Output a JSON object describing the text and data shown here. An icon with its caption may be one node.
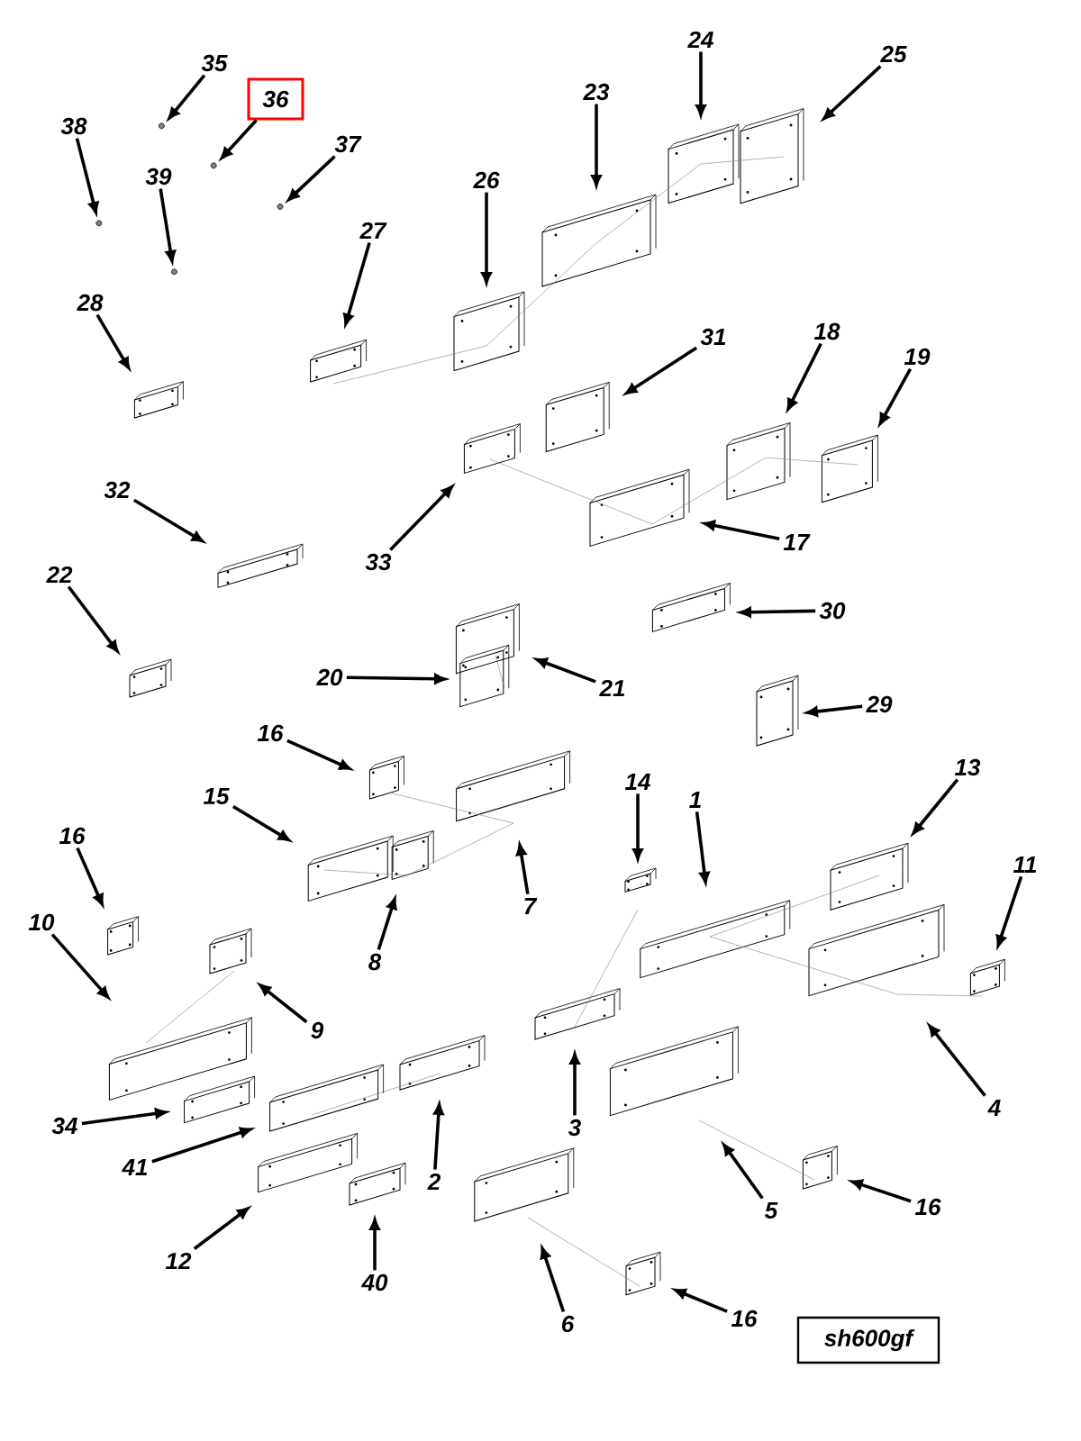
{
  "diagram": {
    "nodes": [
      {
        "text": [
          "24"
        ]
      },
      {
        "text": [
          "25"
        ]
      },
      {
        "text": [
          "35"
        ]
      },
      {
        "text": [
          "23"
        ]
      },
      {
        "text": [
          "36"
        ]
      },
      {
        "text": [
          "38"
        ]
      },
      {
        "text": [
          "37"
        ]
      },
      {
        "text": [
          "39"
        ]
      },
      {
        "text": [
          "26"
        ]
      },
      {
        "text": [
          "27"
        ]
      },
      {
        "text": [
          "28"
        ]
      },
      {
        "text": [
          "18"
        ]
      },
      {
        "text": [
          "31"
        ]
      },
      {
        "text": [
          "19"
        ]
      },
      {
        "text": [
          "32"
        ]
      },
      {
        "text": [
          "17"
        ]
      },
      {
        "text": [
          "33"
        ]
      },
      {
        "text": [
          "22"
        ]
      },
      {
        "text": [
          "30"
        ]
      },
      {
        "text": [
          "20"
        ]
      },
      {
        "text": [
          "21"
        ]
      },
      {
        "text": [
          "29"
        ]
      },
      {
        "text": [
          "16"
        ]
      },
      {
        "text": [
          "13"
        ]
      },
      {
        "text": [
          "14"
        ]
      },
      {
        "text": [
          "15"
        ]
      },
      {
        "text": [
          "1"
        ]
      },
      {
        "text": [
          "16"
        ]
      },
      {
        "text": [
          "11"
        ]
      },
      {
        "text": [
          "7"
        ]
      },
      {
        "text": [
          "10"
        ]
      },
      {
        "text": [
          "8"
        ]
      },
      {
        "text": [
          "9"
        ]
      },
      {
        "text": [
          "4"
        ]
      },
      {
        "text": [
          "34"
        ]
      },
      {
        "text": [
          "3"
        ]
      },
      {
        "text": [
          "41"
        ]
      },
      {
        "text": [
          "2"
        ]
      },
      {
        "text": [
          "16"
        ]
      },
      {
        "text": [
          "5"
        ]
      },
      {
        "text": [
          "12"
        ]
      },
      {
        "text": [
          "40"
        ]
      },
      {
        "text": [
          "16"
        ]
      },
      {
        "text": [
          "6"
        ]
      }
    ],
    "edges": [
      {
        "from": 0,
        "to": null,
        "arrow": "to"
      },
      {
        "from": 1,
        "to": null,
        "arrow": "to"
      },
      {
        "from": 2,
        "to": null,
        "arrow": "to"
      },
      {
        "from": 3,
        "to": null,
        "arrow": "to"
      },
      {
        "from": 4,
        "to": null,
        "arrow": "to"
      },
      {
        "from": 5,
        "to": null,
        "arrow": "to"
      },
      {
        "from": 6,
        "to": null,
        "arrow": "to"
      },
      {
        "from": 7,
        "to": null,
        "arrow": "to"
      },
      {
        "from": 8,
        "to": null,
        "arrow": "to"
      },
      {
        "from": 9,
        "to": null,
        "arrow": "to"
      },
      {
        "from": 10,
        "to": null,
        "arrow": "to"
      },
      {
        "from": 11,
        "to": null,
        "arrow": "to"
      },
      {
        "from": 12,
        "to": null,
        "arrow": "to"
      },
      {
        "from": 13,
        "to": null,
        "arrow": "to"
      },
      {
        "from": 14,
        "to": null,
        "arrow": "to"
      },
      {
        "from": 15,
        "to": null,
        "arrow": "to"
      },
      {
        "from": 16,
        "to": null,
        "arrow": "to"
      },
      {
        "from": 17,
        "to": null,
        "arrow": "to"
      },
      {
        "from": 18,
        "to": null,
        "arrow": "to"
      },
      {
        "from": 19,
        "to": null,
        "arrow": "to"
      },
      {
        "from": 20,
        "to": null,
        "arrow": "to"
      },
      {
        "from": 21,
        "to": null,
        "arrow": "to"
      },
      {
        "from": 22,
        "to": null,
        "arrow": "to"
      },
      {
        "from": 23,
        "to": null,
        "arrow": "to"
      },
      {
        "from": 24,
        "to": null,
        "arrow": "to"
      },
      {
        "from": 25,
        "to": null,
        "arrow": "to"
      },
      {
        "from": 26,
        "to": null,
        "arrow": "to"
      },
      {
        "from": 27,
        "to": null,
        "arrow": "to"
      },
      {
        "from": 28,
        "to": null,
        "arrow": "to"
      },
      {
        "from": 29,
        "to": null,
        "arrow": "to"
      },
      {
        "from": 30,
        "to": null,
        "arrow": "to"
      },
      {
        "from": 31,
        "to": null,
        "arrow": "to"
      },
      {
        "from": 32,
        "to": null,
        "arrow": "to"
      },
      {
        "from": 33,
        "to": null,
        "arrow": "to"
      },
      {
        "from": 34,
        "to": null,
        "arrow": "to"
      },
      {
        "from": 35,
        "to": null,
        "arrow": "to"
      },
      {
        "from": 36,
        "to": null,
        "arrow": "to"
      },
      {
        "from": 37,
        "to": null,
        "arrow": "to"
      },
      {
        "from": 38,
        "to": null,
        "arrow": "to"
      },
      {
        "from": 39,
        "to": null,
        "arrow": "to"
      },
      {
        "from": 40,
        "to": null,
        "arrow": "to"
      },
      {
        "from": 41,
        "to": null,
        "arrow": "to"
      },
      {
        "from": 42,
        "to": null,
        "arrow": "to"
      },
      {
        "from": 43,
        "to": null,
        "arrow": "to"
      }
    ],
    "labels": [
      "sh600gf"
    ]
  }
}
